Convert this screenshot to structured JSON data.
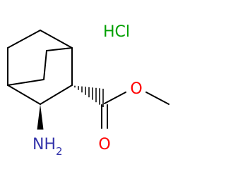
{
  "molecule": {
    "salt_label": "HCl",
    "oxygen_ester_label": "O",
    "oxygen_carbonyl_label": "O",
    "amine_label": "NH",
    "amine_subscript": "2"
  },
  "colors": {
    "bond": "#000000",
    "salt": "#00a000",
    "oxygen": "#ff0000",
    "nitrogen": "#3333aa"
  }
}
